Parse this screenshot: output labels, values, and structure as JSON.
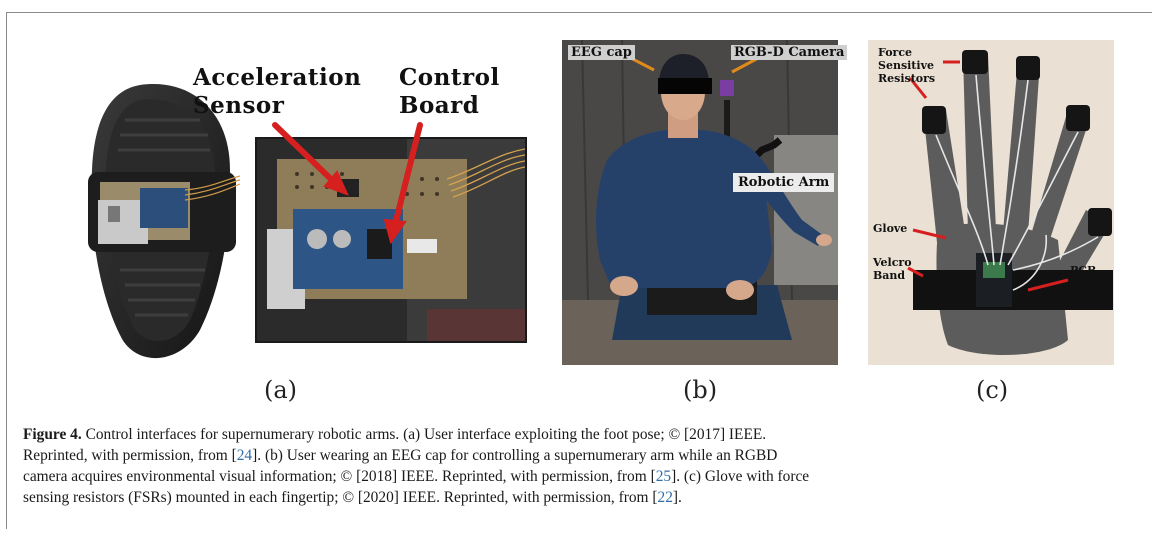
{
  "figure": {
    "panel_a": {
      "label_acceleration": "Acceleration",
      "label_sensor": "Sensor",
      "label_control": "Control",
      "label_board": "Board",
      "subcaption": "(a)"
    },
    "panel_b": {
      "label_eeg": "EEG cap",
      "label_camera": "RGB-D Camera",
      "label_arm": "Robotic Arm",
      "subcaption": "(b)"
    },
    "panel_c": {
      "label_force": "Force",
      "label_sensitive": "Sensitive",
      "label_resistors": "Resistors",
      "label_glove": "Glove",
      "label_velcro": "Velcro",
      "label_band": "Band",
      "label_pcb": "PCB",
      "subcaption": "(c)"
    }
  },
  "caption": {
    "figure_label": "Figure 4.",
    "t1": " Control interfaces for supernumerary robotic arms. (a) User interface exploiting the foot pose; © [2017] IEEE.",
    "t2": "Reprinted, with permission, from [",
    "ref1": "24",
    "t3": "]. (b) User wearing an EEG cap for controlling a supernumerary arm while an RGBD",
    "t4": "camera acquires environmental visual information; © [2018] IEEE. Reprinted, with permission, from [",
    "ref2": "25",
    "t5": "]. (c) Glove with force",
    "t6": "sensing resistors (FSRs) mounted in each fingertip; © [2020] IEEE. Reprinted, with permission, from [",
    "ref3": "22",
    "t7": "]."
  }
}
